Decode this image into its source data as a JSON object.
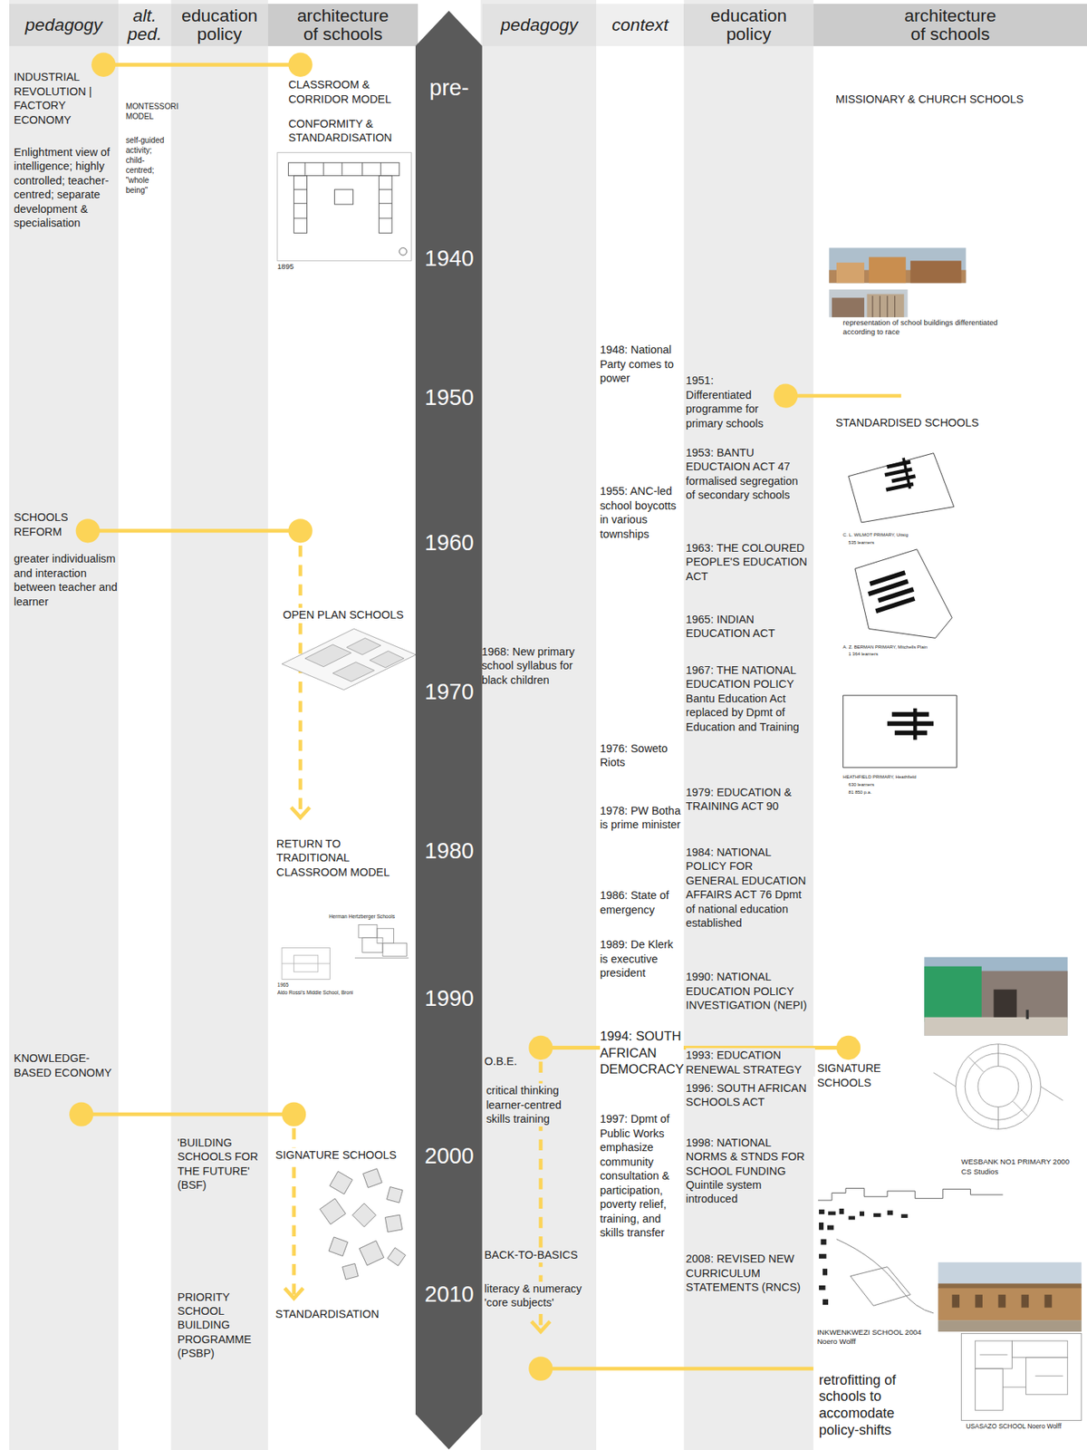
{
  "diagram": {
    "nodes": [
      {
        "text": [
          "pedagogy"
        ]
      },
      {
        "text": [
          "alt. ped."
        ]
      },
      {
        "text": [
          "education policy"
        ]
      },
      {
        "text": [
          "architecture of schools"
        ]
      },
      {
        "text": [
          "pre-",
          "1940",
          "1950",
          "1960",
          "1970",
          "1980",
          "1990",
          "2000",
          "2010"
        ]
      },
      {
        "text": [
          "pedagogy"
        ]
      },
      {
        "text": [
          "context"
        ]
      },
      {
        "text": [
          "education policy"
        ]
      },
      {
        "text": [
          "architecture of schools"
        ]
      }
    ],
    "labels": [
      "INDUSTRIAL REVOLUTION | FACTORY ECONOMY",
      "Enlightment view of intelligence; highly controlled; teacher-centred; separate development & specialisation",
      "MONTESSORI MODEL",
      "self-guided activity; child-centred; \"whole being\"",
      "CLASSROOM & CORRIDOR MODEL",
      "CONFORMITY & STANDARDISATION",
      "1895",
      "SCHOOLS REFORM",
      "greater individualism and interaction between teacher and learner",
      "OPEN PLAN SCHOOLS",
      "RETURN TO TRADITIONAL CLASSROOM MODEL",
      "Herman Hertzberger Schools",
      "1965",
      "Aldo Rossi's Middle School, Broni",
      "KNOWLEDGE-BASED ECONOMY",
      "'BUILDING SCHOOLS FOR THE FUTURE' (BSF)",
      "SIGNATURE SCHOOLS",
      "PRIORITY SCHOOL BUILDING PROGRAMME (PSBP)",
      "STANDARDISATION",
      "MISSIONARY & CHURCH SCHOOLS",
      "representation of school buildings differentiated according to race",
      "1948: National Party comes to power",
      "1951: Differentiated programme for primary schools",
      "STANDARDISED SCHOOLS",
      "1953: BANTU EDUCTAION ACT 47 formalised segregation of secondary schools",
      "1955: ANC-led school boycotts in various townships",
      "C. L. WILMOT PRIMARY, Uitsig",
      "535 learners",
      "1963: THE COLOURED PEOPLE'S EDUCATION ACT",
      "A. Z. BERMAN PRIMARY, Mitchells Plain",
      "1 364 learners",
      "1965: INDIAN EDUCATION ACT",
      "1968: New primary school syllabus for black children",
      "1967: THE NATIONAL EDUCATION POLICY Bantu Education Act replaced by Dpmt of Education and Training",
      "1976: Soweto Riots",
      "HEATHFIELD PRIMARY, Heathfield",
      "630 learners",
      "81 850 p.a.",
      "1979: EDUCATION & TRAINING ACT 90",
      "1978: PW Botha is prime minister",
      "1984: NATIONAL POLICY FOR GENERAL EDUCATION AFFAIRS ACT 76 Dpmt of national education established",
      "1986: State of emergency",
      "1989: De Klerk is executive president",
      "1990: NATIONAL EDUCATION POLICY INVESTIGATION (NEPI)",
      "1994: SOUTH AFRICAN DEMOCRACY",
      "O.B.E.",
      "critical thinking learner-centred skills training",
      "1993: EDUCATION RENEWAL STRATEGY",
      "SIGNATURE SCHOOLS",
      "1996: SOUTH AFRICAN SCHOOLS ACT",
      "1997: Dpmt of Public Works emphasize community consultation & participation, poverty relief, training, and skills transfer",
      "1998: NATIONAL NORMS & STNDS FOR SCHOOL FUNDING Quintile system introduced",
      "WESBANK NO1 PRIMARY 2000 CS Studios",
      "BACK-TO-BASICS",
      "literacy & numeracy 'core subjects'",
      "2008: REVISED NEW CURRICULUM STATEMENTS (RNCS)",
      "INKWENKWEZI SCHOOL 2004 Noero Wolff",
      "retrofitting of schools to accomodate policy-shifts",
      "USASAZO SCHOOL Noero Wolff"
    ]
  }
}
